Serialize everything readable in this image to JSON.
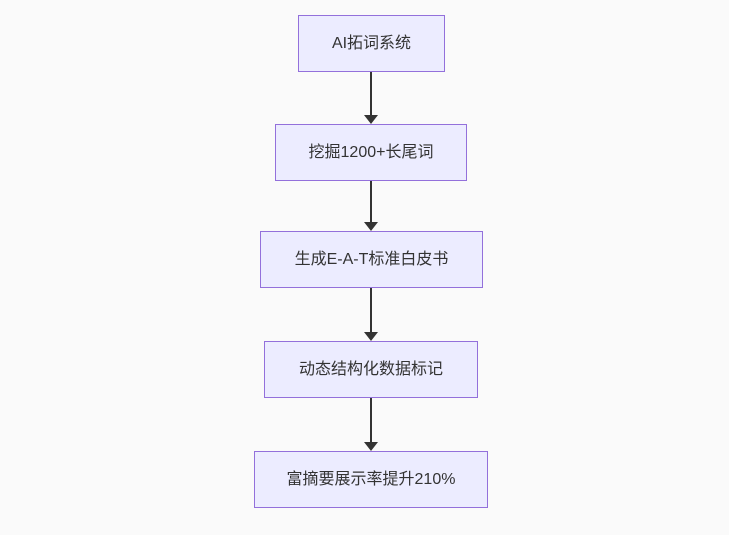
{
  "flowchart": {
    "title": "AI SEO workflow flowchart",
    "colors": {
      "page_bg": "#fafafa",
      "node_fill": "#ECECFF",
      "node_border": "#9370DB",
      "line_color": "#333333",
      "text_color": "#333333"
    },
    "nodes": [
      {
        "label": "AI拓词系统"
      },
      {
        "label": "挖掘1200+长尾词"
      },
      {
        "label": "生成E-A-T标准白皮书"
      },
      {
        "label": "动态结构化数据标记"
      },
      {
        "label": "富摘要展示率提升210%"
      }
    ],
    "edges": [
      {
        "from": "AI拓词系统",
        "to": "挖掘1200+长尾词",
        "style": "arrow-down"
      },
      {
        "from": "挖掘1200+长尾词",
        "to": "生成E-A-T标准白皮书",
        "style": "arrow-down"
      },
      {
        "from": "生成E-A-T标准白皮书",
        "to": "动态结构化数据标记",
        "style": "arrow-down"
      },
      {
        "from": "动态结构化数据标记",
        "to": "富摘要展示率提升210%",
        "style": "arrow-down"
      }
    ]
  }
}
